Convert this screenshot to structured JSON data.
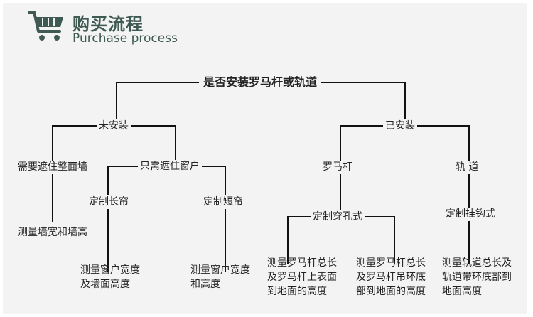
{
  "header": {
    "title_cn": "购买流程",
    "title_en": "Purchase process",
    "icon": "shopping-cart-icon",
    "accent_color": "#3e5a52"
  },
  "diagram": {
    "root": "是否安装罗马杆或轨道",
    "not_installed": "未安装",
    "installed": "已安装",
    "full_wall": "需要遮住整面墙",
    "full_wall_measure": "测量墙宽和墙高",
    "window_only": "只需遮住窗户",
    "custom_long": "定制长帘",
    "custom_long_measure": [
      "测量窗户宽度",
      "及墙面高度"
    ],
    "custom_short": "定制短帘",
    "custom_short_measure": [
      "测量窗户宽度",
      "和高度"
    ],
    "roman_rod": "罗马杆",
    "custom_perforated": "定制穿孔式",
    "rod_measure_a": [
      "测量罗马杆总长",
      "及罗马杆上表面",
      "到地面的高度"
    ],
    "rod_measure_b": [
      "测量罗马杆总长",
      "及罗马杆吊环底",
      "部到地面的高度"
    ],
    "track": "轨 道",
    "custom_hook": "定制挂钩式",
    "track_measure": [
      "测量轨道总长及",
      "轨道带环底部到",
      "地面高度"
    ]
  }
}
